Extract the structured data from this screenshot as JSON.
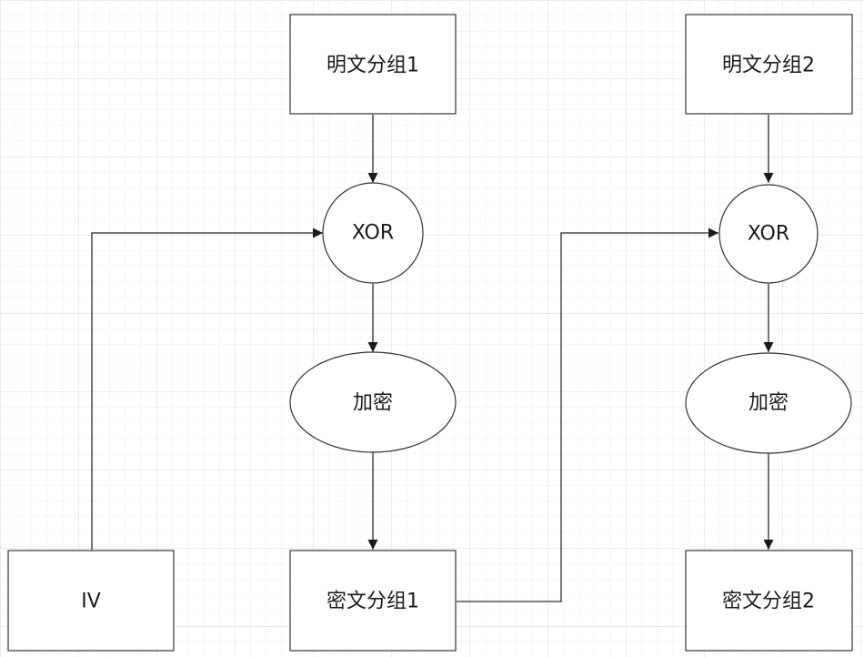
{
  "diagram": {
    "nodes": {
      "plaintext_block_1": "明文分组1",
      "plaintext_block_2": "明文分组2",
      "xor_1": "XOR",
      "xor_2": "XOR",
      "encrypt_1": "加密",
      "encrypt_2": "加密",
      "ciphertext_block_1": "密文分组1",
      "ciphertext_block_2": "密文分组2",
      "iv": "IV"
    }
  }
}
